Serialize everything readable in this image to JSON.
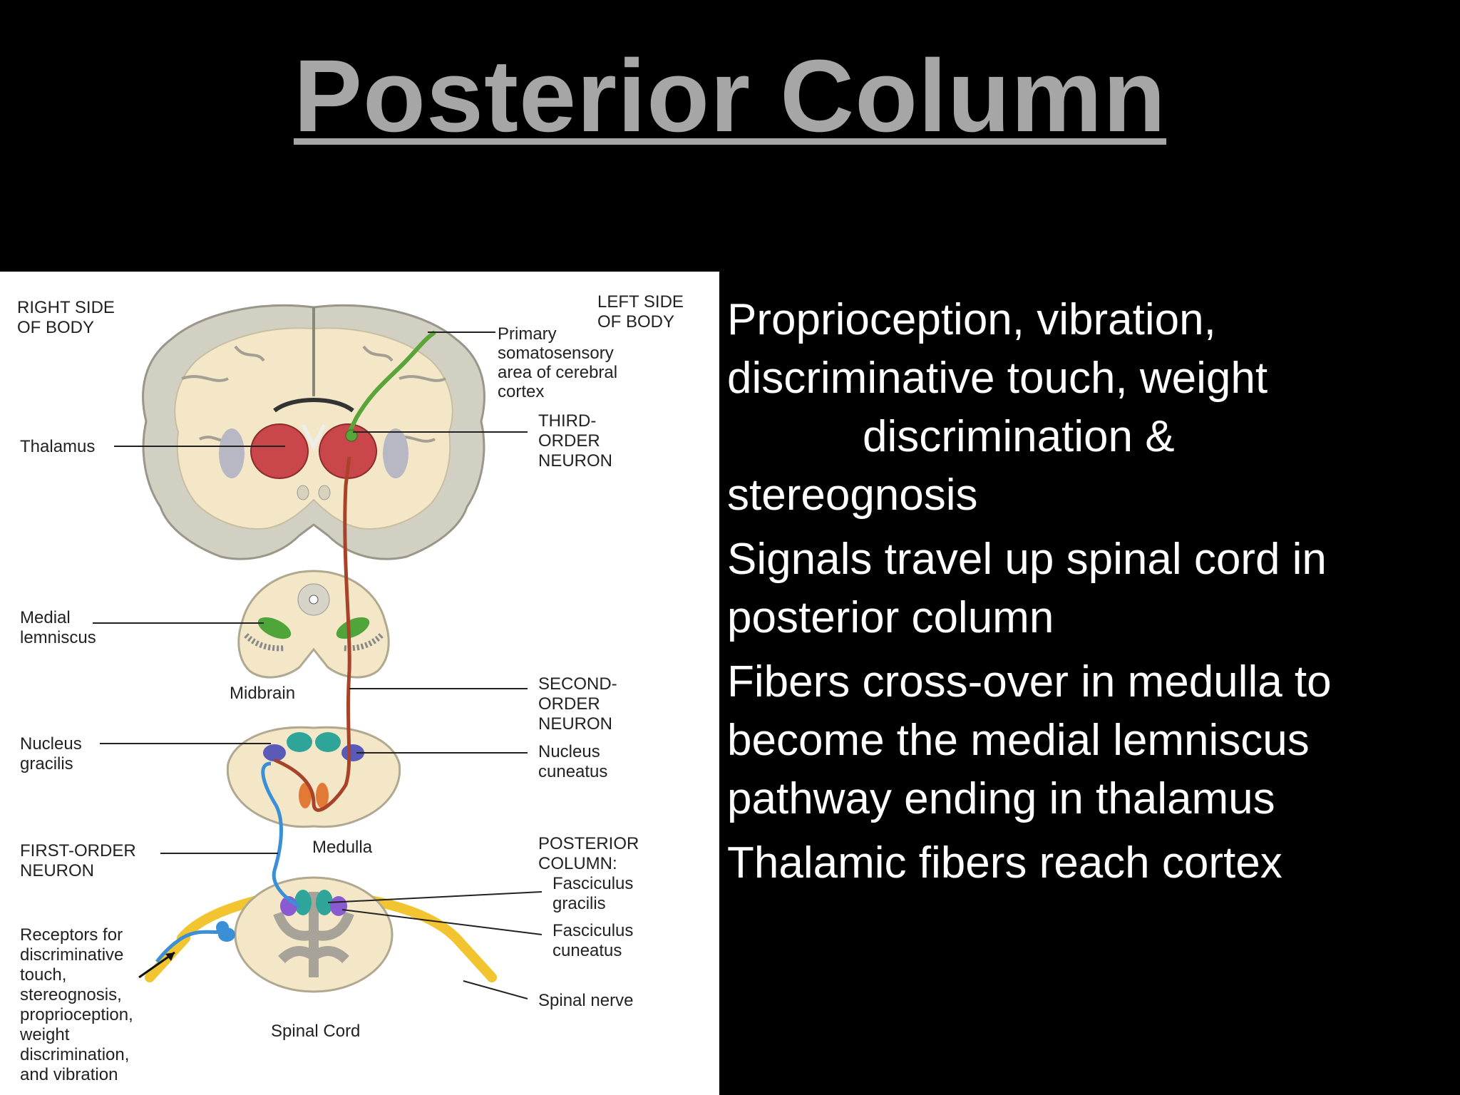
{
  "slide": {
    "title": "Posterior Column",
    "bullets": [
      "Proprioception, vibration, discriminative touch, weight",
      "discrimination &",
      "stereognosis",
      "Signals travel up spinal cord in posterior column",
      "Fibers cross-over in medulla to become the medial lemniscus pathway ending in thalamus",
      "Thalamic fibers reach cortex"
    ]
  },
  "diagram": {
    "right_side": [
      "RIGHT SIDE",
      "OF BODY"
    ],
    "left_side": [
      "LEFT SIDE",
      "OF BODY"
    ],
    "primary_cortex": [
      "Primary",
      "somatosensory",
      "area of cerebral",
      "cortex"
    ],
    "thalamus": "Thalamus",
    "third_order": [
      "THIRD-",
      "ORDER",
      "NEURON"
    ],
    "medial_lemniscus": [
      "Medial",
      "lemniscus"
    ],
    "midbrain": "Midbrain",
    "second_order": [
      "SECOND-",
      "ORDER",
      "NEURON"
    ],
    "nucleus_gracilis": [
      "Nucleus",
      "gracilis"
    ],
    "nucleus_cuneatus": [
      "Nucleus",
      "cuneatus"
    ],
    "first_order": [
      "FIRST-ORDER",
      "NEURON"
    ],
    "medulla": "Medulla",
    "posterior_column": [
      "POSTERIOR",
      "COLUMN:"
    ],
    "fasciculus_gracilis": [
      "Fasciculus",
      "gracilis"
    ],
    "fasciculus_cuneatus": [
      "Fasciculus",
      "cuneatus"
    ],
    "receptors": [
      "Receptors for",
      "discriminative",
      "touch,",
      "stereognosis,",
      "proprioception,",
      "weight",
      "discrimination,",
      "and vibration"
    ],
    "spinal_nerve": "Spinal nerve",
    "spinal_cord": "Spinal Cord"
  },
  "colors": {
    "background": "#000000",
    "title": "#a6a6a6",
    "text": "#ffffff",
    "first_order_neuron": "#3a8fd6",
    "second_order_neuron": "#a8432a",
    "third_order_neuron": "#5aa53a",
    "thalamus": "#c9474a"
  }
}
